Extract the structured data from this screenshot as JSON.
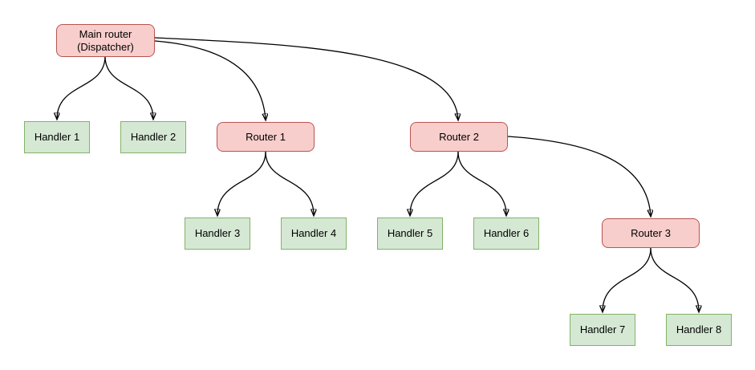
{
  "diagram": {
    "type": "tree-flow-diagram",
    "background_color": "#ffffff",
    "colors": {
      "router_fill": "#f8cecc",
      "router_border": "#b85450",
      "handler_fill": "#d5e8d4",
      "handler_border": "#82b366",
      "edge_color": "#000000",
      "text_color": "#000000"
    },
    "nodes": {
      "main_router": {
        "line1": "Main router",
        "line2": "(Dispatcher)",
        "kind": "router"
      },
      "handler_1": {
        "label": "Handler 1",
        "kind": "handler"
      },
      "handler_2": {
        "label": "Handler 2",
        "kind": "handler"
      },
      "router_1": {
        "label": "Router 1",
        "kind": "router"
      },
      "router_2": {
        "label": "Router 2",
        "kind": "router"
      },
      "handler_3": {
        "label": "Handler 3",
        "kind": "handler"
      },
      "handler_4": {
        "label": "Handler 4",
        "kind": "handler"
      },
      "handler_5": {
        "label": "Handler 5",
        "kind": "handler"
      },
      "handler_6": {
        "label": "Handler 6",
        "kind": "handler"
      },
      "router_3": {
        "label": "Router 3",
        "kind": "router"
      },
      "handler_7": {
        "label": "Handler 7",
        "kind": "handler"
      },
      "handler_8": {
        "label": "Handler 8",
        "kind": "handler"
      }
    },
    "edges": [
      {
        "from": "Main router (Dispatcher)",
        "to": "Handler 1"
      },
      {
        "from": "Main router (Dispatcher)",
        "to": "Handler 2"
      },
      {
        "from": "Main router (Dispatcher)",
        "to": "Router 1"
      },
      {
        "from": "Main router (Dispatcher)",
        "to": "Router 2"
      },
      {
        "from": "Router 1",
        "to": "Handler 3"
      },
      {
        "from": "Router 1",
        "to": "Handler 4"
      },
      {
        "from": "Router 2",
        "to": "Handler 5"
      },
      {
        "from": "Router 2",
        "to": "Handler 6"
      },
      {
        "from": "Router 2",
        "to": "Router 3"
      },
      {
        "from": "Router 3",
        "to": "Handler 7"
      },
      {
        "from": "Router 3",
        "to": "Handler 8"
      }
    ]
  }
}
